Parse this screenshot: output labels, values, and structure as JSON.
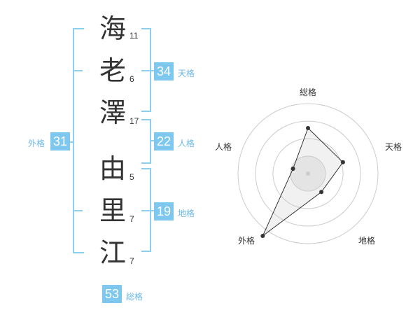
{
  "name": {
    "chars": [
      {
        "char": "海",
        "strokes": "11"
      },
      {
        "char": "老",
        "strokes": "6"
      },
      {
        "char": "澤",
        "strokes": "17"
      },
      {
        "char": "由",
        "strokes": "5"
      },
      {
        "char": "里",
        "strokes": "7"
      },
      {
        "char": "江",
        "strokes": "7"
      }
    ]
  },
  "fortunes": {
    "tenkaku": {
      "value": "34",
      "label": "天格"
    },
    "jinkaku": {
      "value": "22",
      "label": "人格"
    },
    "chikaku": {
      "value": "19",
      "label": "地格"
    },
    "gaikaku": {
      "value": "31",
      "label": "外格"
    },
    "soukaku": {
      "value": "53",
      "label": "総格"
    }
  },
  "colors": {
    "accent": "#7ec8f0",
    "bracket": "#8dcdf0",
    "label": "#6bb8e6"
  },
  "chart_data": {
    "type": "radar",
    "axes": [
      "総格",
      "天格",
      "地格",
      "外格",
      "人格"
    ],
    "max": 4,
    "rings": 4,
    "values": [
      2.6,
      2.1,
      1.3,
      4.4,
      0.9
    ]
  }
}
